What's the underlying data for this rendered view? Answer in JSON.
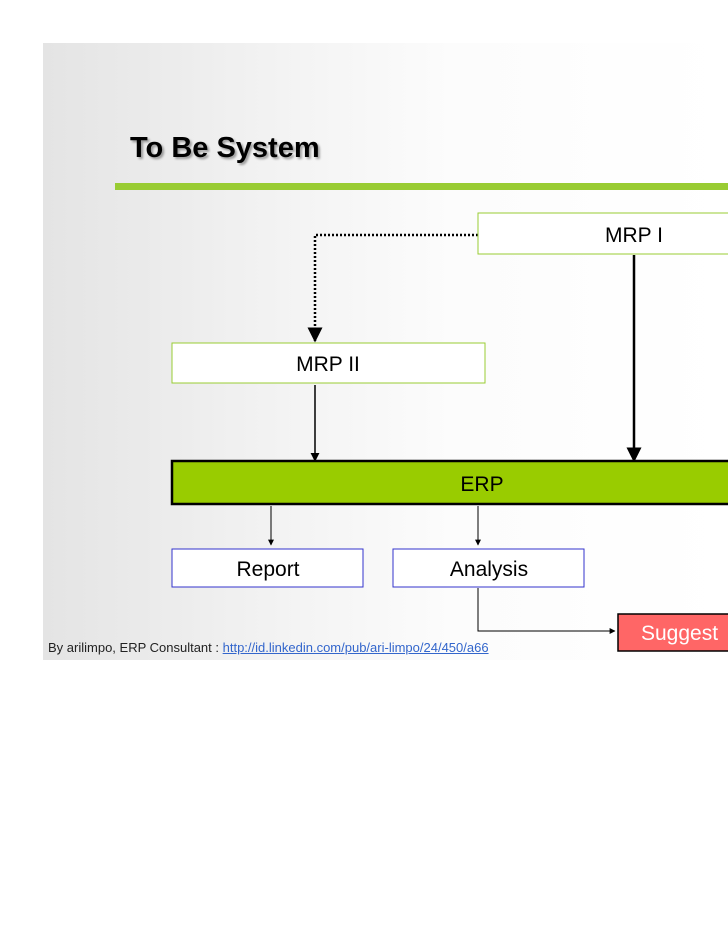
{
  "slide": {
    "title": "To Be System",
    "accent_color": "#99cc33"
  },
  "diagram": {
    "nodes": {
      "mrp1": {
        "label": "MRP I"
      },
      "mrp2": {
        "label": "MRP II"
      },
      "erp": {
        "label": "ERP"
      },
      "report": {
        "label": "Report"
      },
      "analysis": {
        "label": "Analysis"
      },
      "suggest": {
        "label": "Suggest"
      }
    },
    "edges": [
      {
        "from": "mrp1",
        "to": "mrp2",
        "style": "dotted"
      },
      {
        "from": "mrp1",
        "to": "erp",
        "style": "solid"
      },
      {
        "from": "mrp2",
        "to": "erp",
        "style": "solid"
      },
      {
        "from": "erp",
        "to": "report",
        "style": "solid"
      },
      {
        "from": "erp",
        "to": "analysis",
        "style": "solid"
      },
      {
        "from": "analysis",
        "to": "suggest",
        "style": "solid"
      }
    ],
    "colors": {
      "green_box_border": "#99cc33",
      "erp_fill": "#99cc00",
      "blue_box_border": "#3333cc",
      "suggest_fill": "#ff6666"
    }
  },
  "footer": {
    "credit": "By arilimpo, ERP Consultant : ",
    "link": "http://id.linkedin.com/pub/ari-limpo/24/450/a66"
  }
}
